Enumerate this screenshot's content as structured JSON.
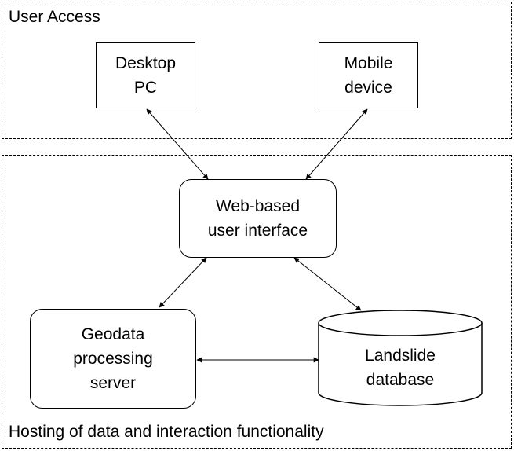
{
  "groups": {
    "user_access": {
      "label": "User Access"
    },
    "hosting": {
      "label": "Hosting of data and interaction  functionality"
    }
  },
  "nodes": {
    "desktop_pc": {
      "lines": [
        "Desktop",
        "PC"
      ]
    },
    "mobile_device": {
      "lines": [
        "Mobile",
        "device"
      ]
    },
    "web_ui": {
      "lines": [
        "Web-based",
        "user interface"
      ]
    },
    "geodata_server": {
      "lines": [
        "Geodata",
        "processing",
        "server"
      ]
    },
    "landslide_db": {
      "lines": [
        "Landslide",
        "database"
      ]
    }
  },
  "edges": [
    {
      "from": "desktop_pc",
      "to": "web_ui",
      "bidirectional": true
    },
    {
      "from": "mobile_device",
      "to": "web_ui",
      "bidirectional": true
    },
    {
      "from": "web_ui",
      "to": "geodata_server",
      "bidirectional": true
    },
    {
      "from": "web_ui",
      "to": "landslide_db",
      "bidirectional": true
    },
    {
      "from": "geodata_server",
      "to": "landslide_db",
      "bidirectional": true
    }
  ]
}
